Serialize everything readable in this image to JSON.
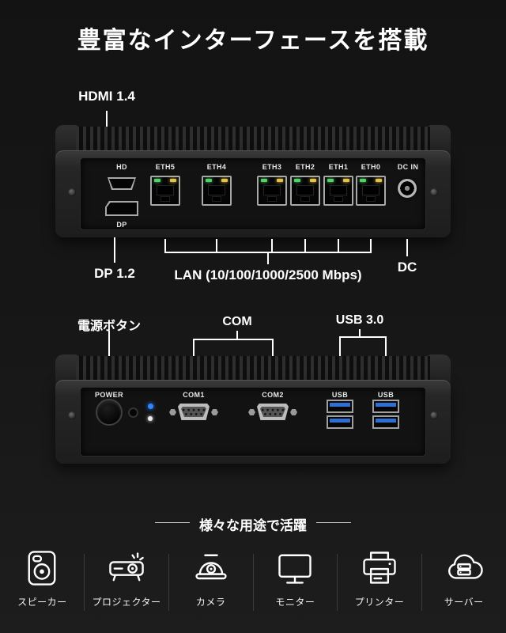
{
  "title": "豊富なインターフェースを搭載",
  "rear": {
    "callout_hdmi": "HDMI 1.4",
    "callout_dp": "DP 1.2",
    "callout_lan": "LAN (10/100/1000/2500 Mbps)",
    "callout_dc": "DC",
    "port_hd": "HD",
    "port_dp": "DP",
    "eth": [
      "ETH5",
      "ETH4",
      "ETH3",
      "ETH2",
      "ETH1",
      "ETH0"
    ],
    "dc_in": "DC IN"
  },
  "front": {
    "callout_power": "電源ボタン",
    "callout_com": "COM",
    "callout_usb": "USB 3.0",
    "power": "POWER",
    "com": [
      "COM1",
      "COM2"
    ],
    "usb": [
      "USB",
      "USB"
    ]
  },
  "footer": {
    "heading": "様々な用途で活躍",
    "use_cases": [
      {
        "icon": "speaker-icon",
        "label": "スピーカー"
      },
      {
        "icon": "projector-icon",
        "label": "プロジェクター"
      },
      {
        "icon": "camera-icon",
        "label": "カメラ"
      },
      {
        "icon": "monitor-icon",
        "label": "モニター"
      },
      {
        "icon": "printer-icon",
        "label": "プリンター"
      },
      {
        "icon": "server-icon",
        "label": "サーバー"
      }
    ]
  },
  "colors": {
    "background": "#171717",
    "led_green": "#57d06a",
    "led_amber": "#e3c24e",
    "usb_blue": "#2e6fd6",
    "power_led_blue": "#2f86ff",
    "text": "#ffffff"
  }
}
